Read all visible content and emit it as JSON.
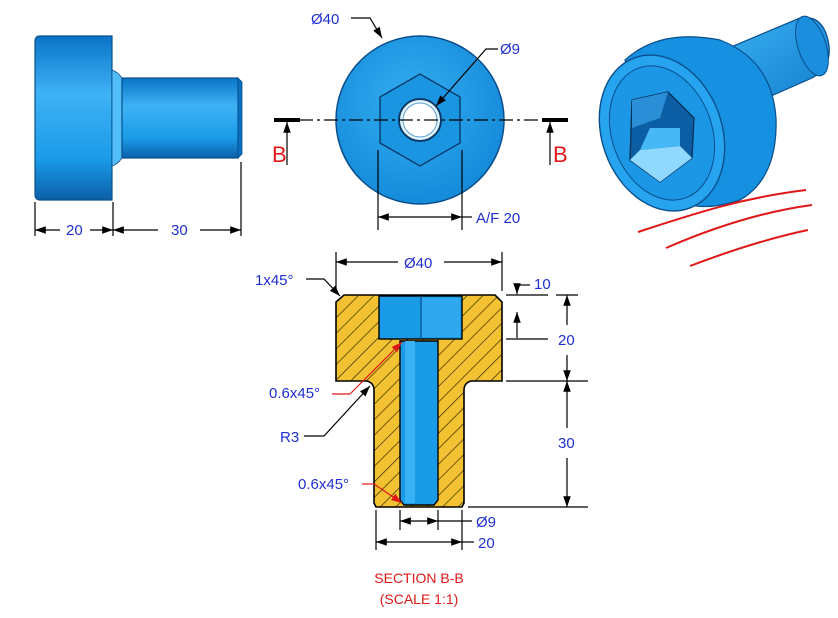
{
  "colors": {
    "part_blue": "#1a9be8",
    "part_blue_dark": "#0b6fc0",
    "hatch_yellow": "#f2c232",
    "dimension_text": "#1f2fd0",
    "section_red": "#e01818"
  },
  "side_view": {
    "dim_head_length": "20",
    "dim_shank_length": "30"
  },
  "front_view": {
    "dim_outer_diameter": "Ø40",
    "dim_hole_diameter": "Ø9",
    "dim_across_flats": "A/F 20",
    "cut_label_left": "B",
    "cut_label_right": "B"
  },
  "section_view": {
    "dim_top_diameter": "Ø40",
    "dim_top_chamfer": "1x45°",
    "dim_socket_depth": "10",
    "dim_head_height": "20",
    "dim_inner_chamfer": "0.6x45°",
    "dim_fillet_radius": "R3",
    "dim_bottom_chamfer": "0.6x45°",
    "dim_shank_height": "30",
    "dim_bore_diameter": "Ø9",
    "dim_shank_diameter": "20",
    "title_line1": "SECTION B-B",
    "title_line2": "(SCALE 1:1)"
  }
}
